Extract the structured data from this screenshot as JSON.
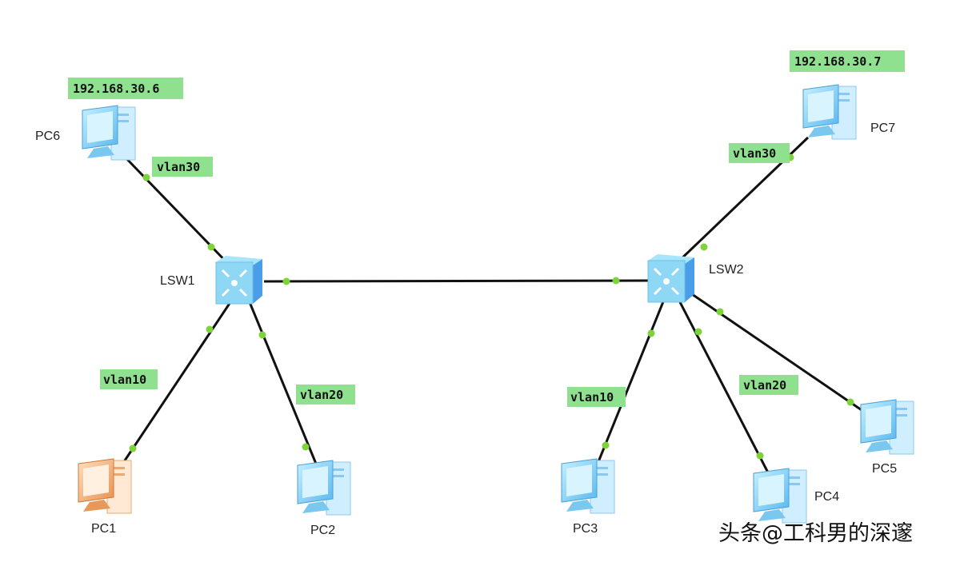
{
  "devices": {
    "pc1": {
      "label": "PC1",
      "color": "#f0a060"
    },
    "pc2": {
      "label": "PC2",
      "color": "#6ec8f5"
    },
    "pc3": {
      "label": "PC3",
      "color": "#6ec8f5"
    },
    "pc4": {
      "label": "PC4",
      "color": "#6ec8f5"
    },
    "pc5": {
      "label": "PC5",
      "color": "#6ec8f5"
    },
    "pc6": {
      "label": "PC6",
      "color": "#6ec8f5"
    },
    "pc7": {
      "label": "PC7",
      "color": "#6ec8f5"
    },
    "lsw1": {
      "label": "LSW1"
    },
    "lsw2": {
      "label": "LSW2"
    }
  },
  "tags": {
    "pc6_ip": "192.168.30.6",
    "pc7_ip": "192.168.30.7",
    "lsw1_pc6_vlan": "vlan30",
    "lsw1_pc1_vlan": "vlan10",
    "lsw1_pc2_vlan": "vlan20",
    "lsw2_pc7_vlan": "vlan30",
    "lsw2_pc3_vlan": "vlan10",
    "lsw2_pc4_vlan": "vlan20"
  },
  "watermark": "头条@工科男的深邃"
}
